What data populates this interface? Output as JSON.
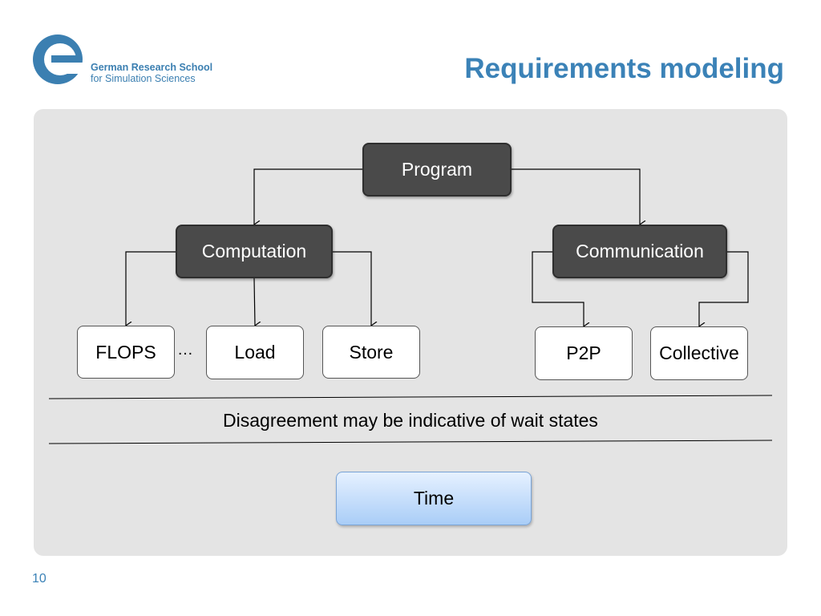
{
  "header": {
    "logo": {
      "icon": "gs-logo",
      "line1": "German Research School",
      "line2": "for Simulation Sciences"
    },
    "title": "Requirements modeling"
  },
  "diagram": {
    "root": "Program",
    "level2": [
      "Computation",
      "Communication"
    ],
    "computation_children": [
      "FLOPS",
      "Load",
      "Store"
    ],
    "ellipsis": "…",
    "communication_children": [
      "P2P",
      "Collective"
    ],
    "note": "Disagreement may be indicative of wait states",
    "time_label": "Time"
  },
  "colors": {
    "accent": "#3b82b7",
    "panel": "#e4e4e4",
    "dark_box": "#4a4a4a",
    "time_gradient_top": "#e6f1ff",
    "time_gradient_bottom": "#a9cdf7"
  },
  "footer": {
    "page_number": "10"
  }
}
